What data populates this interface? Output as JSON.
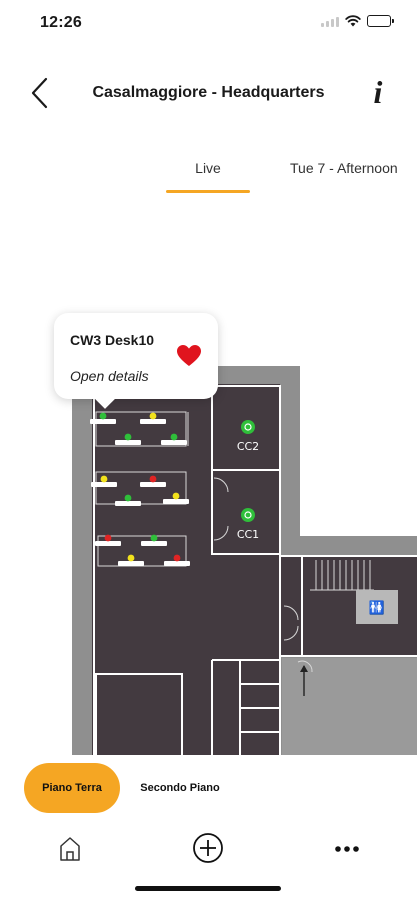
{
  "status_bar": {
    "time": "12:26",
    "icons": [
      "cellular-signal-icon",
      "wifi-icon",
      "battery-icon"
    ]
  },
  "header": {
    "back_icon": "chevron-left-icon",
    "title": "Casalmaggiore - Headquarters",
    "info_label": "i"
  },
  "tabs": [
    {
      "label": "Live",
      "active": true
    },
    {
      "label": "Tue 7 - Afternoon",
      "active": false
    }
  ],
  "accent_color": "#f5a623",
  "map": {
    "rooms": [
      {
        "label": "CC2",
        "status": "available"
      },
      {
        "label": "CC1",
        "status": "available"
      }
    ],
    "desk_status_colors": {
      "available": "#2fbf3a",
      "booked": "#f2e21c",
      "occupied": "#e02424"
    },
    "popup": {
      "title": "CW3 Desk10",
      "link": "Open details",
      "favorite_icon": "heart-icon",
      "favorite_color": "#e0141e"
    }
  },
  "floors": [
    {
      "label": "Piano Terra",
      "active": true
    },
    {
      "label": "Secondo Piano",
      "active": false
    }
  ],
  "bottom_tabs": [
    {
      "icon": "home-icon"
    },
    {
      "icon": "add-circle-icon"
    },
    {
      "icon": "more-icon"
    }
  ]
}
